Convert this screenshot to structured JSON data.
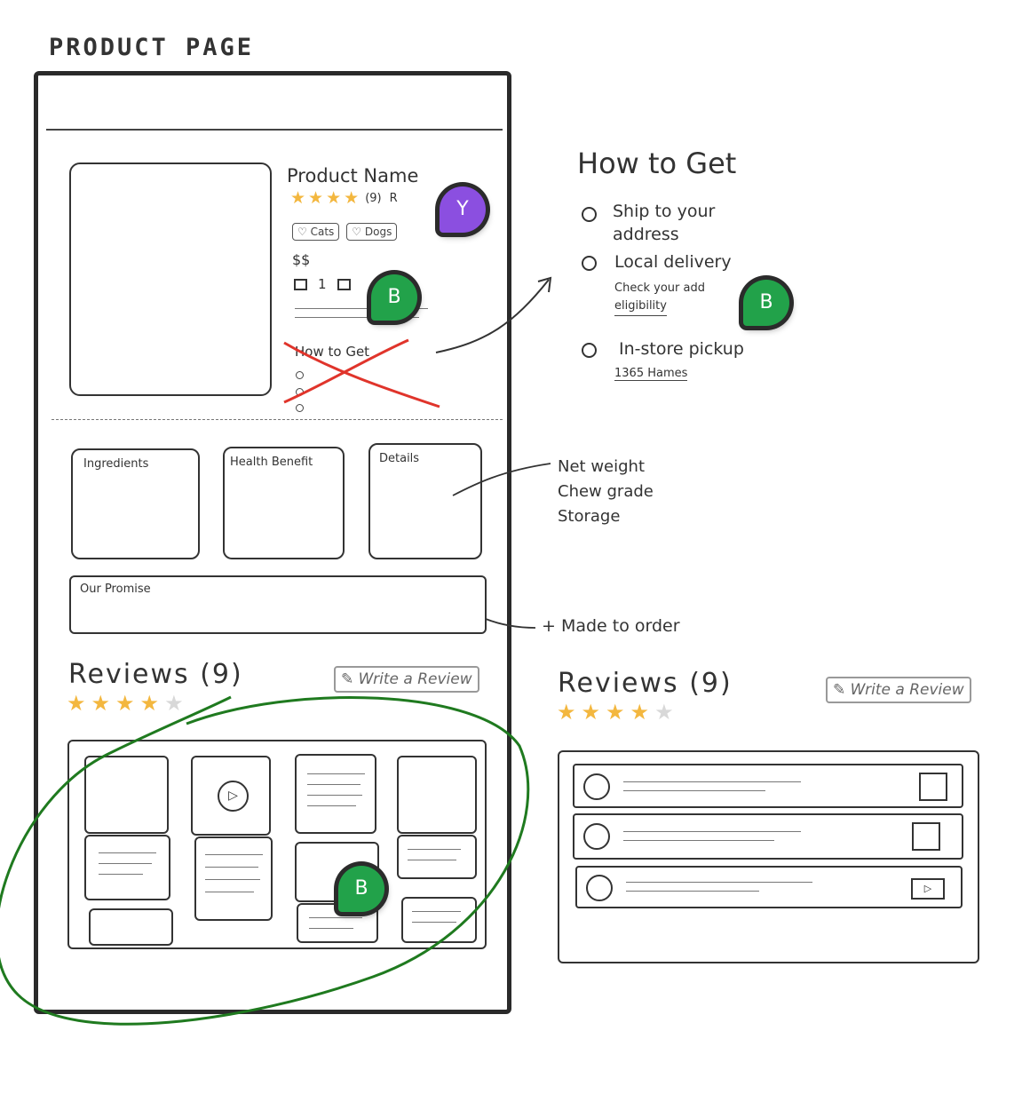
{
  "title": "PRODUCT PAGE",
  "product": {
    "name": "Product Name",
    "rating_count": "(9)",
    "rating_suffix": "R",
    "tags": [
      "Cats",
      "Dogs"
    ],
    "price": "$$",
    "quantity": "1",
    "how_to_get_crossed": "How to Get"
  },
  "tabs": [
    "Ingredients",
    "Health Benefit",
    "Details"
  ],
  "promise_label": "Our Promise",
  "details_note": [
    "Net weight",
    "Chew grade",
    "Storage"
  ],
  "promise_note": "+ Made to order",
  "reviews": {
    "title": "Reviews (9)",
    "write_button": "Write a Review",
    "rating": 4,
    "max_rating": 5
  },
  "how_to_get": {
    "title": "How to Get",
    "options": [
      {
        "label": "Ship to your",
        "label2": "address"
      },
      {
        "label": "Local delivery",
        "sub1": "Check your add",
        "sub2": "eligibility"
      },
      {
        "label": "In-store pickup",
        "sub1": "1365 Hames"
      }
    ]
  },
  "comment_badges": [
    "Y",
    "B",
    "B",
    "B"
  ],
  "colors": {
    "star": "#f3b73f",
    "green_badge": "#22a24a",
    "purple_badge": "#8b4fe0",
    "red_cross": "#e0342b",
    "green_loop": "#1f7a1f"
  }
}
